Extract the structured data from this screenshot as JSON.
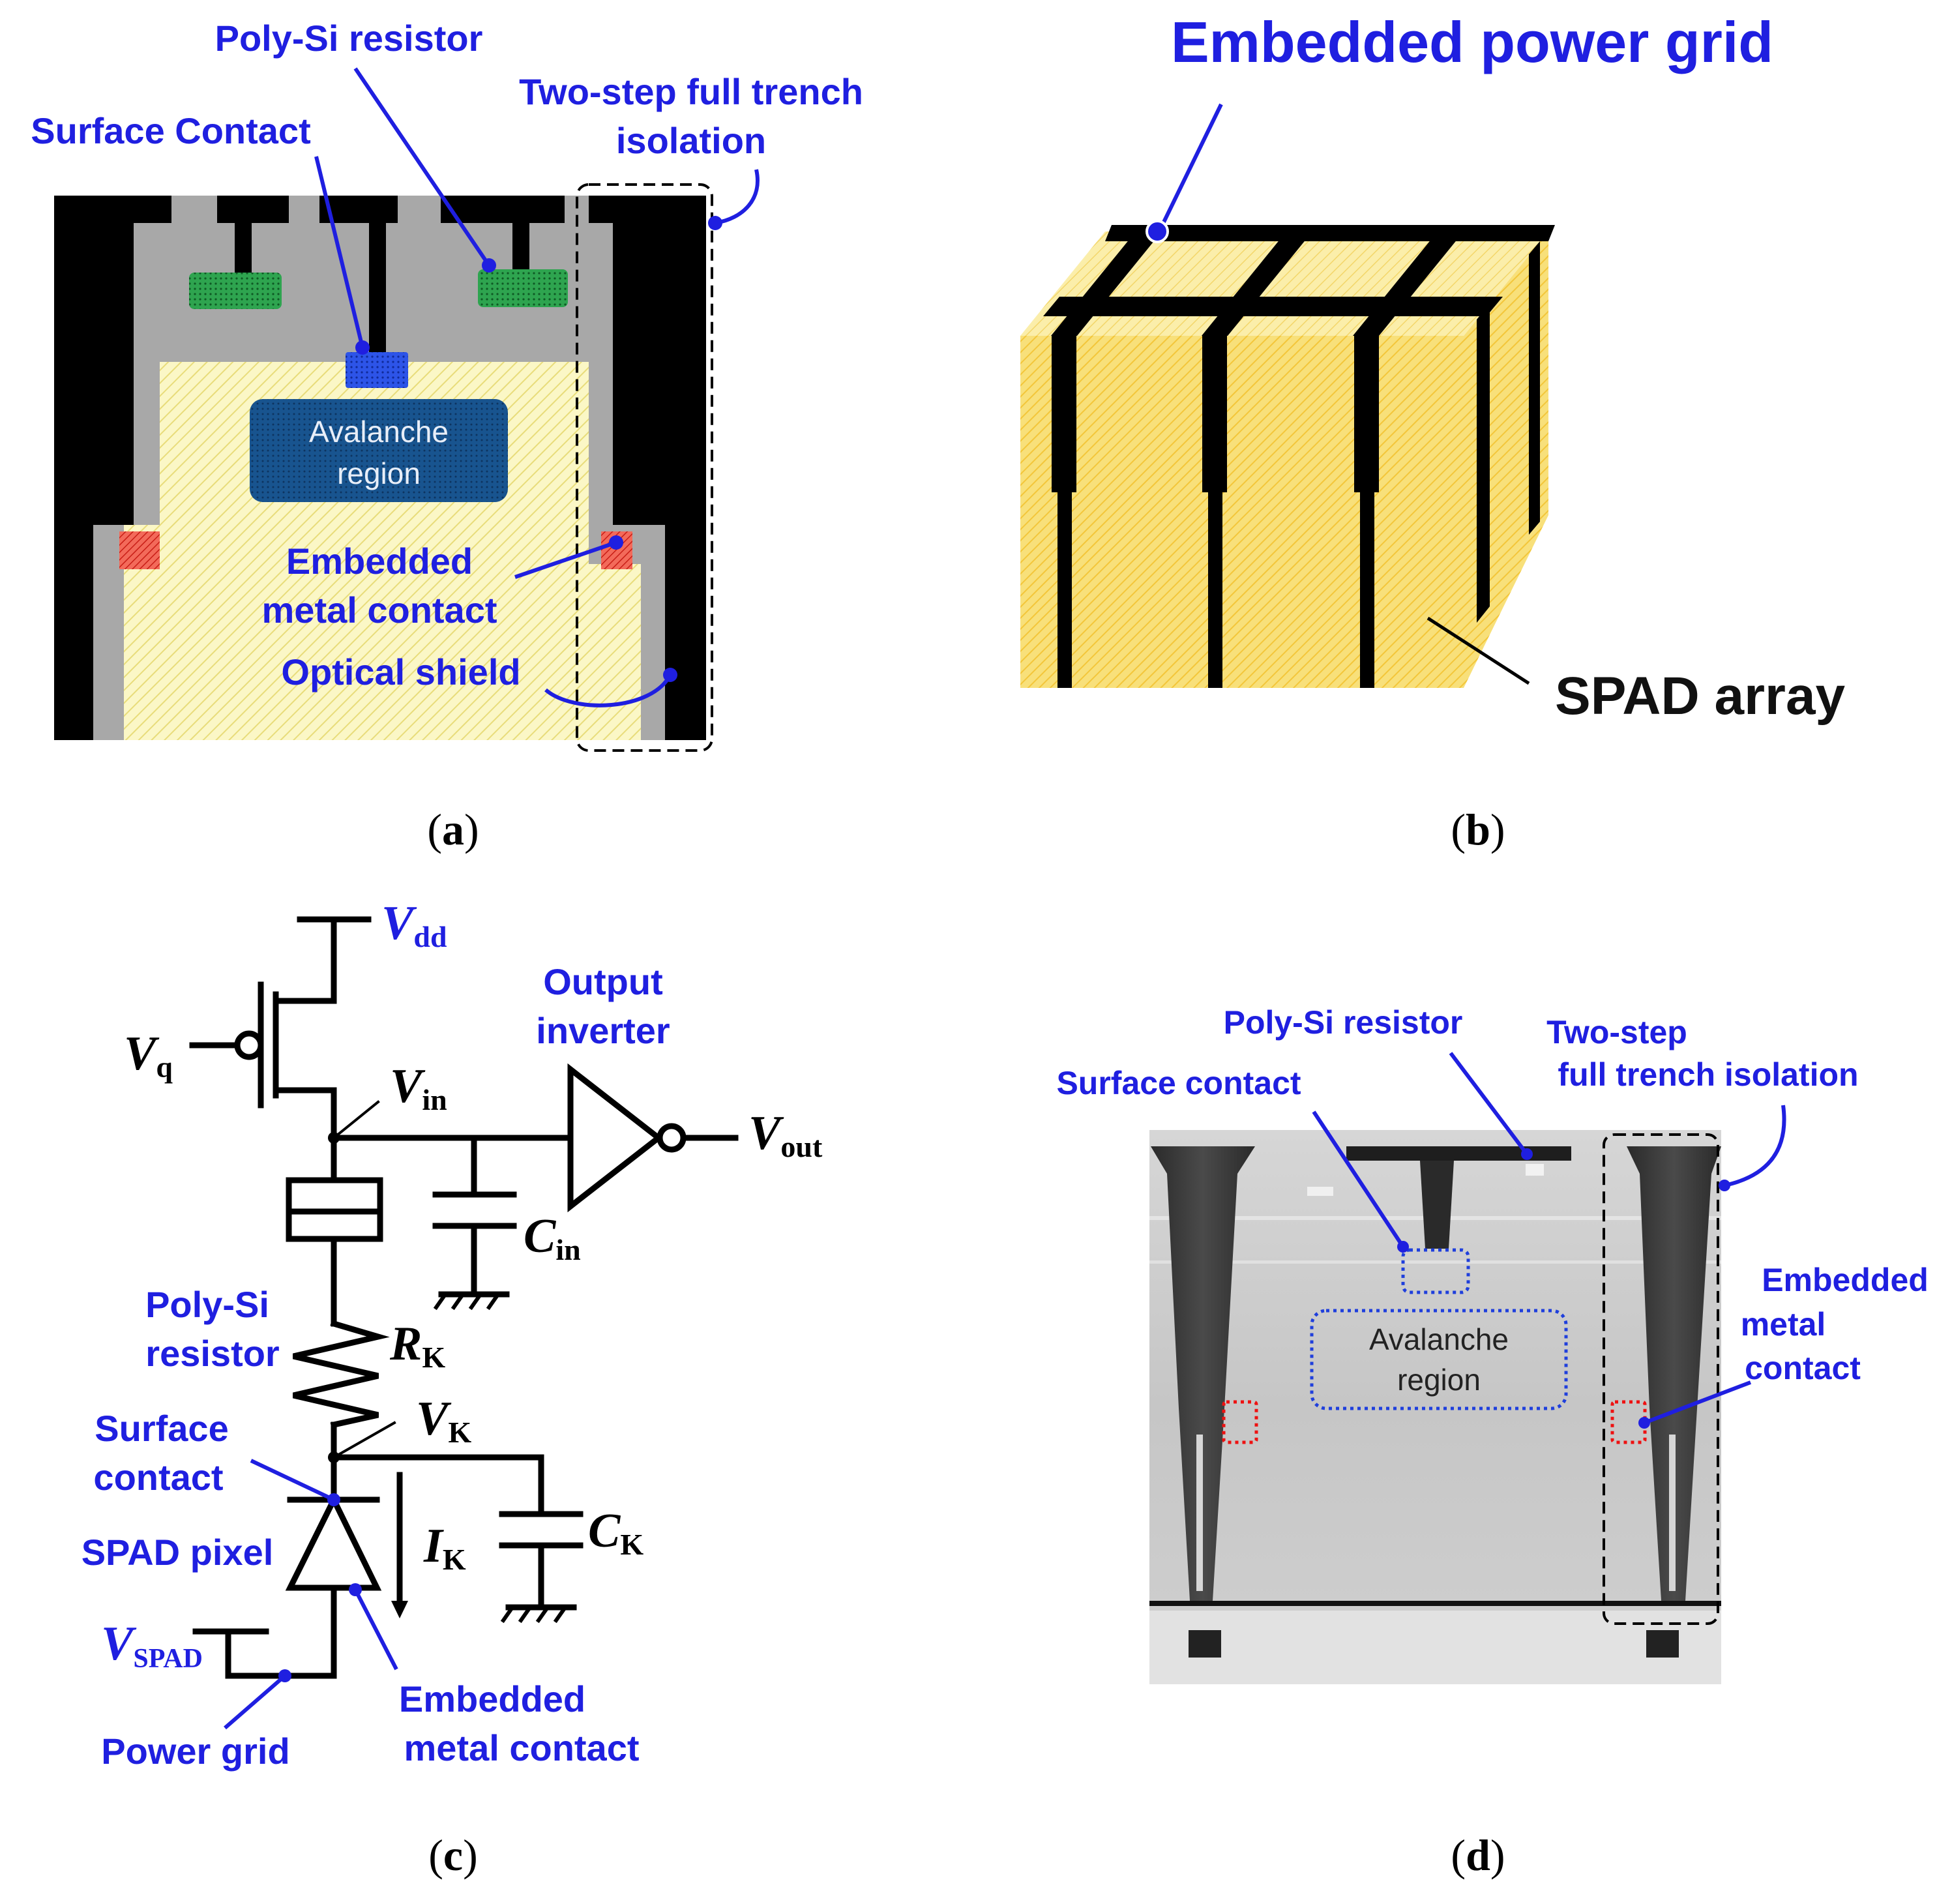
{
  "panel_a": {
    "caption_letter": "a",
    "labels": {
      "poly_si_resistor": "Poly-Si resistor",
      "surface_contact": "Surface Contact",
      "two_step_line1": "Two-step full trench",
      "two_step_line2": "isolation",
      "avalanche_line1": "Avalanche",
      "avalanche_line2": "region",
      "embedded_line1": "Embedded",
      "embedded_line2": "metal contact",
      "optical_shield": "Optical shield"
    }
  },
  "panel_b": {
    "caption_letter": "b",
    "labels": {
      "embedded_power_grid": "Embedded power grid",
      "spad_array": "SPAD array"
    }
  },
  "panel_c": {
    "caption_letter": "c",
    "symbols": {
      "vdd_main": "V",
      "vdd_sub": "dd",
      "vq_main": "V",
      "vq_sub": "q",
      "vin_main": "V",
      "vin_sub": "in",
      "vout_main": "V",
      "vout_sub": "out",
      "cin_main": "C",
      "cin_sub": "in",
      "rk_main": "R",
      "rk_sub": "K",
      "vk_main": "V",
      "vk_sub": "K",
      "ik_main": "I",
      "ik_sub": "K",
      "ck_main": "C",
      "ck_sub": "K",
      "vspad_main": "V",
      "vspad_sub": "SPAD"
    },
    "labels": {
      "output_line1": "Output",
      "output_line2": "inverter",
      "poly_line1": "Poly-Si",
      "poly_line2": "resistor",
      "surface_line1": "Surface",
      "surface_line2": "contact",
      "spad_pixel": "SPAD pixel",
      "power_grid": "Power grid",
      "embedded_line1": "Embedded",
      "embedded_line2": "metal contact"
    }
  },
  "panel_d": {
    "caption_letter": "d",
    "labels": {
      "poly_si_resistor": "Poly-Si resistor",
      "two_step_line1": "Two-step",
      "two_step_line2": "full trench isolation",
      "surface_contact": "Surface contact",
      "avalanche_line1": "Avalanche",
      "avalanche_line2": "region",
      "embedded_line1": "Embedded",
      "embedded_line2": "metal",
      "embedded_line3": "contact"
    }
  },
  "colors": {
    "label_blue": "#1f1fe0",
    "trench_black": "#000000",
    "oxide_gray": "#a8a8a8",
    "silicon_yellow": "#f6f0a6",
    "poly_green": "#1f8a3c",
    "contact_blue": "#1a3ccf",
    "avalanche_navy": "#134a82",
    "metal_red": "#d9302a",
    "cube_yellow": "#f5d35a"
  }
}
